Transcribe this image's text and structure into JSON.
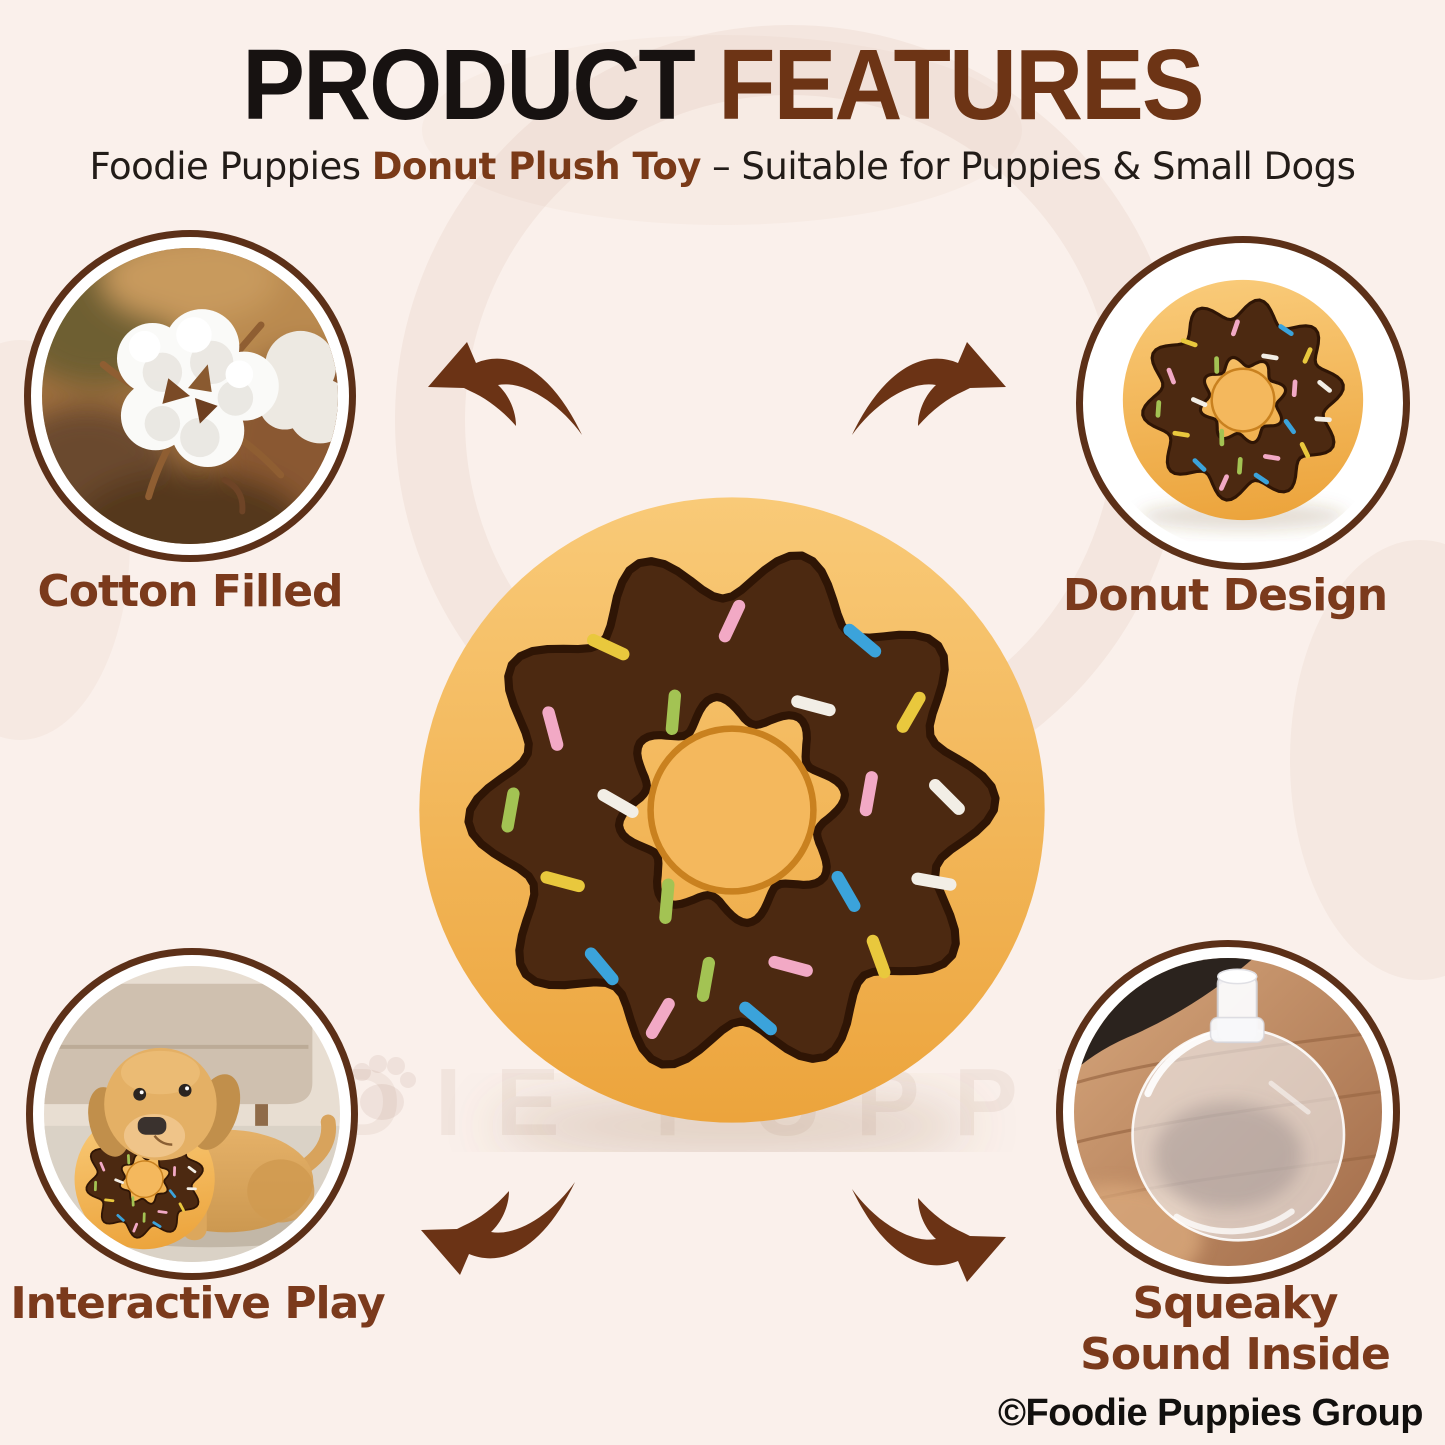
{
  "header": {
    "title_primary": "PRODUCT",
    "title_accent": "FEATURES",
    "subtitle_prefix": "Foodie Puppies ",
    "subtitle_highlight": "Donut Plush Toy",
    "subtitle_suffix": " – Suitable for Puppies & Small Dogs"
  },
  "features": [
    {
      "id": "cotton-filled",
      "label": "Cotton Filled",
      "image": "cotton-plant-photo"
    },
    {
      "id": "donut-design",
      "label": "Donut Design",
      "image": "donut-plush-photo"
    },
    {
      "id": "interactive-play",
      "label": "Interactive Play",
      "image": "puppy-playing-photo"
    },
    {
      "id": "squeaky-sound",
      "label": "Squeaky Sound Inside",
      "image": "squeaker-in-hand-photo"
    }
  ],
  "center_image": "chocolate-frosted-donut-plush-toy",
  "footer": {
    "copyright": "©Foodie Puppies Group"
  },
  "colors": {
    "background": "#FAF0EB",
    "title_text": "#171211",
    "accent_brown": "#6D3415",
    "label_brown": "#7B3A1C",
    "ring_brown": "#5C3018",
    "arrow_brown": "#6B3315",
    "donut_body": "#F7C06A",
    "donut_frosting": "#4C2911",
    "donut_hole": "#F4B85D",
    "sprinkles": [
      "#E9C83D",
      "#F2A9C5",
      "#3BA3DB",
      "#A3C353",
      "#F2EEE6"
    ]
  }
}
